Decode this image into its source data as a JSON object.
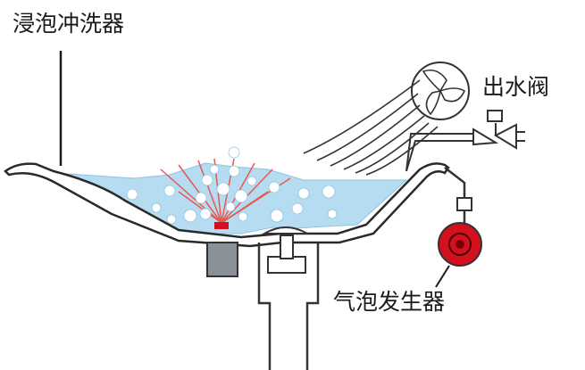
{
  "labels": {
    "washer": "浸泡冲洗器",
    "outlet_valve": "出水阀",
    "bubble_generator": "气泡发生器"
  },
  "colors": {
    "water": "#b6dcf2",
    "water_edge": "#8fc3e6",
    "basin_stroke": "#2a2a2a",
    "generator": "#d3101e",
    "jet_lines": "#e8584f",
    "outline": "#333333",
    "drain_block": "#8a9098"
  },
  "icons": {
    "valve": "valve-icon",
    "fan": "fan-icon",
    "generator": "bubble-generator-icon"
  }
}
